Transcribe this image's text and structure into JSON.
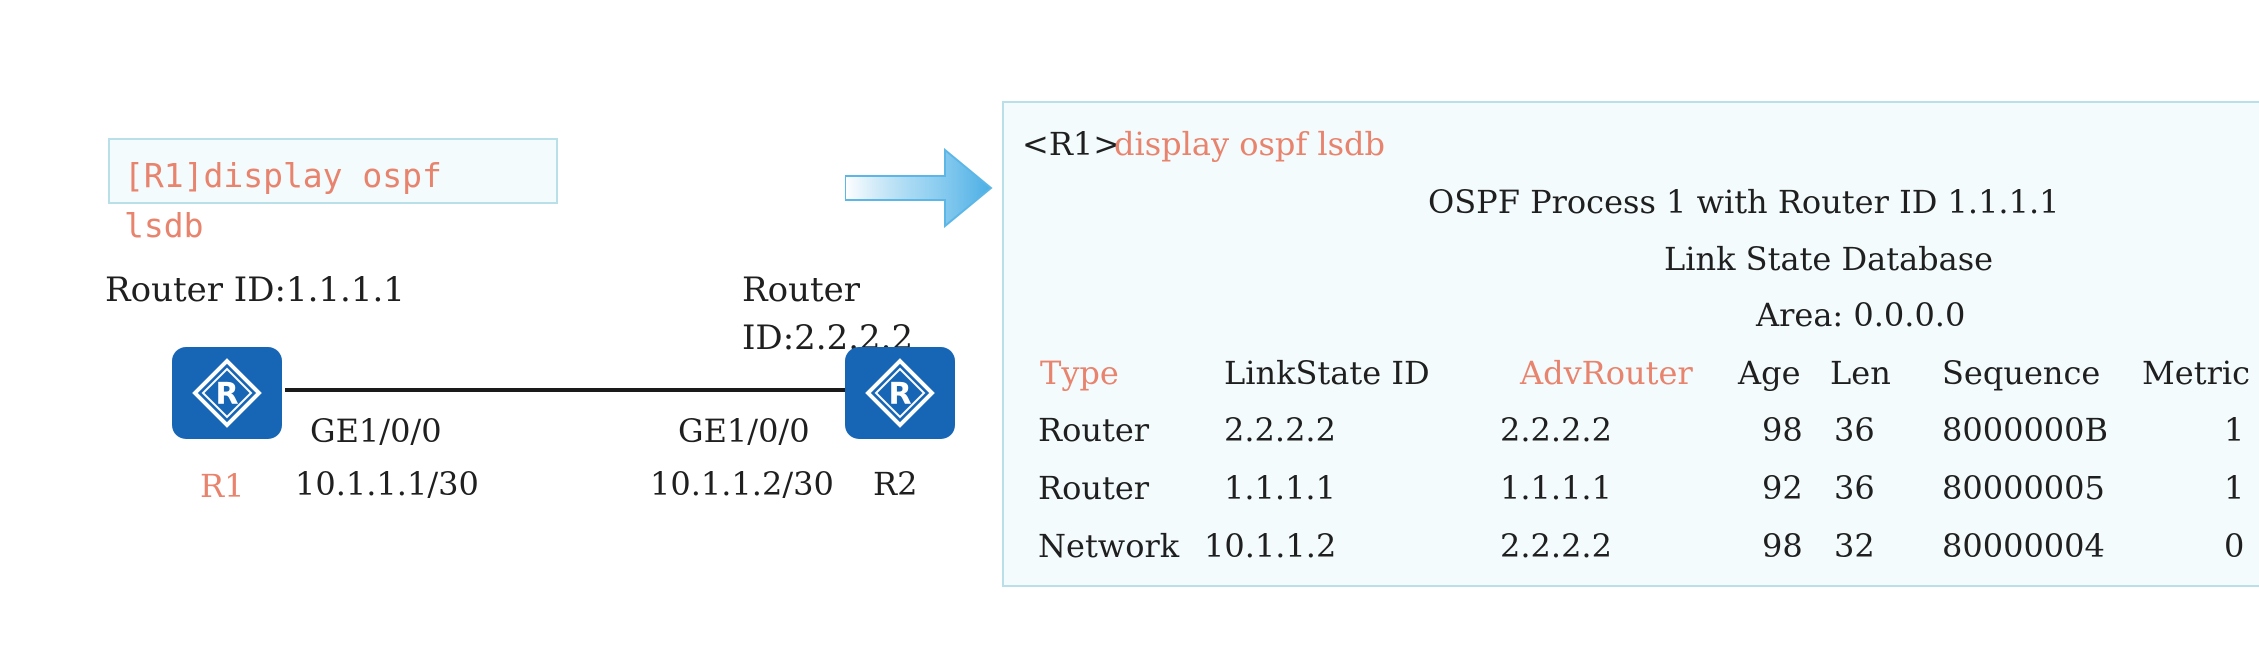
{
  "command_box": {
    "line1": "[R1]display ospf",
    "line2": "lsdb"
  },
  "topology": {
    "r1_router_id": "Router ID:1.1.1.1",
    "r2_router_id_line1": "Router",
    "r2_router_id_line2": "ID:2.2.2.2",
    "r1_name": "R1",
    "r2_name": "R2",
    "r1_interface": "GE1/0/0",
    "r1_ip": "10.1.1.1/30",
    "r2_interface": "GE1/0/0",
    "r2_ip": "10.1.1.2/30",
    "router_icon_glyph": "R",
    "router_color": "#1766b6"
  },
  "output": {
    "prompt": "<R1>",
    "command": "display ospf lsdb",
    "process_line": "OSPF Process 1 with Router ID 1.1.1.1",
    "db_title": "Link State Database",
    "area": "Area: 0.0.0.0",
    "headers": [
      "Type",
      "LinkState ID",
      "AdvRouter",
      "Age",
      "Len",
      "Sequence",
      "Metric"
    ],
    "rows": [
      [
        "Router",
        "2.2.2.2",
        "2.2.2.2",
        "98",
        "36",
        "8000000B",
        "1"
      ],
      [
        "Router",
        "1.1.1.1",
        "1.1.1.1",
        "92",
        "36",
        "80000005",
        "1"
      ],
      [
        "Network",
        "10.1.1.2",
        "2.2.2.2",
        "98",
        "32",
        "80000004",
        "0"
      ]
    ]
  },
  "colors": {
    "accent_red": "#e8836d",
    "panel_bg": "#f3fbfd",
    "panel_border": "#b9dfe8",
    "arrow": "#4aaee4"
  }
}
